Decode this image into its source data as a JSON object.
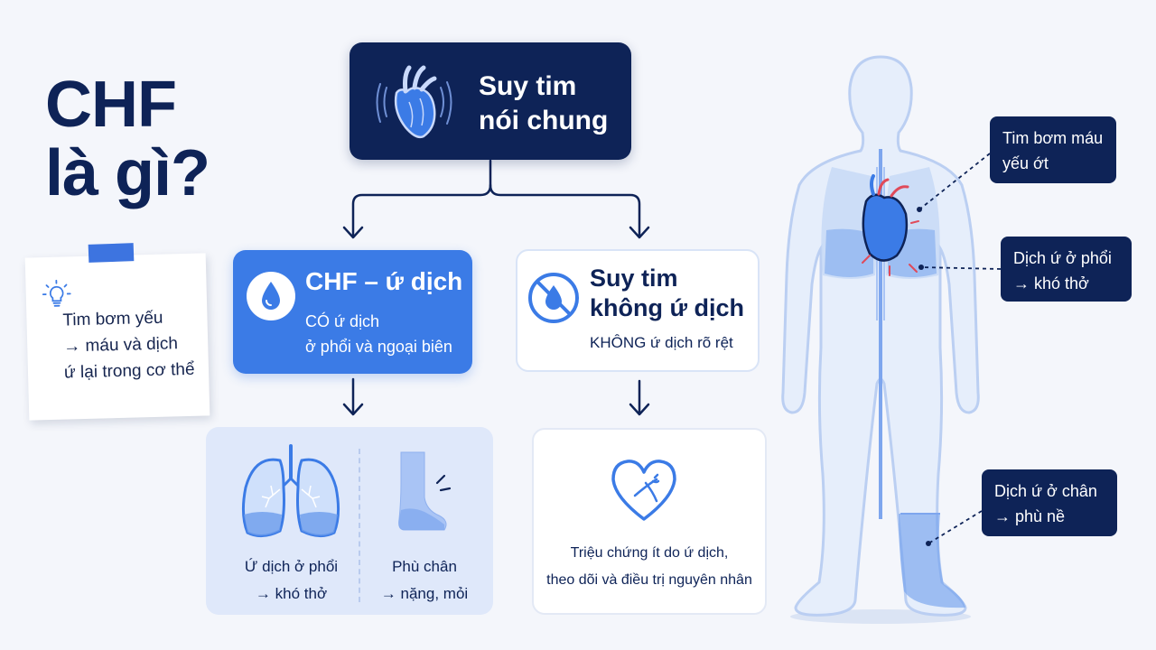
{
  "title": {
    "line1": "CHF",
    "line2": "là gì?"
  },
  "note": {
    "line1": "Tim bơm yếu",
    "line2": "→ máu và dịch",
    "line3": "ứ lại trong cơ thể",
    "icon": "lightbulb-icon"
  },
  "top_box": {
    "line1": "Suy tim",
    "line2": "nói chung",
    "icon": "heart-organ-icon"
  },
  "chf_box": {
    "title": "CHF – ứ dịch",
    "line1": "CÓ ứ dịch",
    "line2": "ở phổi và ngoại biên",
    "icon": "water-drop-icon"
  },
  "nonfluid_box": {
    "title_line1": "Suy tim",
    "title_line2": "không ứ dịch",
    "subtitle": "KHÔNG ứ dịch rõ rệt",
    "icon": "no-water-drop-icon"
  },
  "bottom_left": {
    "lungs_line1": "Ứ dịch ở phổi",
    "lungs_line2": "→ khó thở",
    "foot_line1": "Phù chân",
    "foot_line2": "→ nặng, mỏi"
  },
  "bottom_right": {
    "line1": "Triệu chứng ít do ứ dịch,",
    "line2": "theo dõi và điều trị nguyên nhân",
    "icon": "heart-bandage-icon"
  },
  "callouts": {
    "heart": {
      "line1": "Tim bơm máu",
      "line2": "yếu ớt"
    },
    "lungs": {
      "line1": "Dịch ứ ở phổi",
      "line2": "→ khó thở"
    },
    "legs": {
      "line1": "Dịch ứ ở chân",
      "line2": "→ phù nề"
    }
  },
  "colors": {
    "navy": "#0e2357",
    "blue": "#3b7be6",
    "light_blue": "#dfe8fa",
    "background": "#f4f6fb"
  }
}
